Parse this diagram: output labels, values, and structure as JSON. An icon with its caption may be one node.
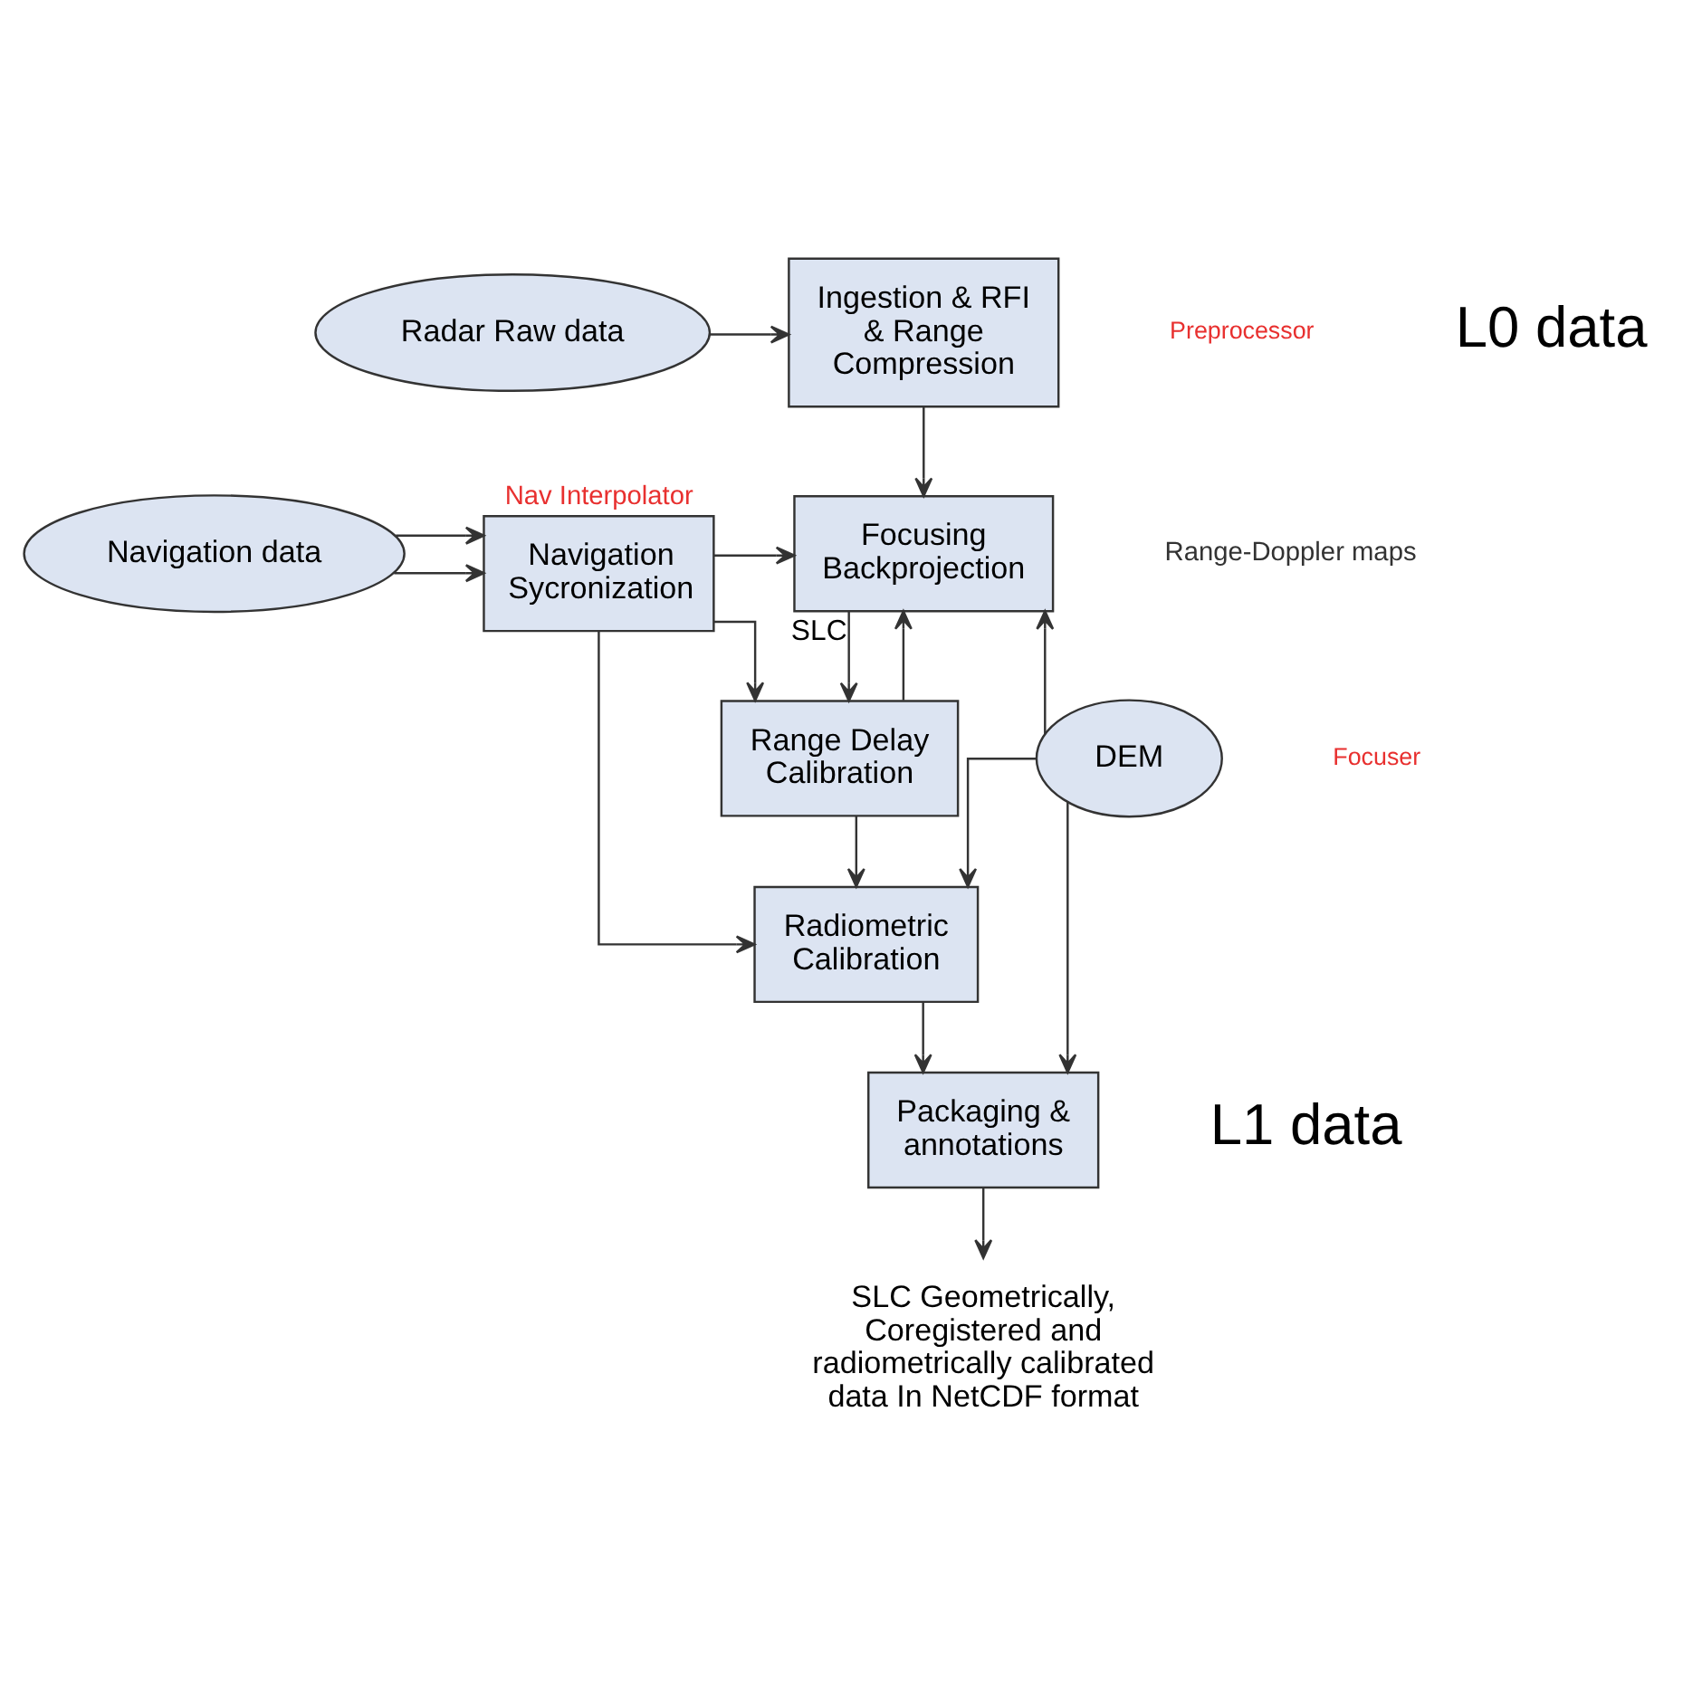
{
  "diagram": {
    "nodes": [
      {
        "text": [
          "Radar Raw data"
        ]
      },
      {
        "text": [
          "Navigation data"
        ]
      },
      {
        "text": [
          "DEM"
        ]
      },
      {
        "text": [
          "Ingestion & RFI & Range Compression"
        ]
      },
      {
        "text": [
          "Navigation Sycronization"
        ],
        "beside": [
          "Nav Interpolator"
        ]
      },
      {
        "text": [
          "Focusing Backprojection"
        ]
      },
      {
        "text": [
          "Range Delay Calibration"
        ]
      },
      {
        "text": [
          "Radiometric Calibration"
        ]
      },
      {
        "text": [
          "Packaging & annotations"
        ]
      },
      {
        "text": [
          "SLC Geometrically, Coregistered and radiometrically calibrated data In NetCDF format"
        ]
      }
    ],
    "edges": [
      {
        "from": 0,
        "to": 3,
        "arrow": "to"
      },
      {
        "from": 3,
        "to": 5,
        "arrow": "to"
      },
      {
        "from": 1,
        "to": 4,
        "arrow": "to"
      },
      {
        "from": 1,
        "to": 4,
        "arrow": "to"
      },
      {
        "from": 4,
        "to": 5,
        "arrow": "to"
      },
      {
        "from": 2,
        "to": 5,
        "arrow": "to"
      },
      {
        "from": 5,
        "to": 6,
        "arrow": "to",
        "label": "SLC"
      },
      {
        "from": 6,
        "to": 5,
        "arrow": "to"
      },
      {
        "from": 4,
        "to": 6,
        "arrow": "to"
      },
      {
        "from": 2,
        "to": 7,
        "arrow": "to"
      },
      {
        "from": 4,
        "to": 7,
        "arrow": "to"
      },
      {
        "from": 6,
        "to": 7,
        "arrow": "to"
      },
      {
        "from": 2,
        "to": 8,
        "arrow": "to"
      },
      {
        "from": 7,
        "to": 8,
        "arrow": "to"
      },
      {
        "from": 8,
        "to": 9,
        "arrow": "to"
      }
    ],
    "labels": [
      "Preprocessor",
      "L0 data",
      "Range-Doppler maps",
      "Focuser",
      "L1 data"
    ]
  }
}
